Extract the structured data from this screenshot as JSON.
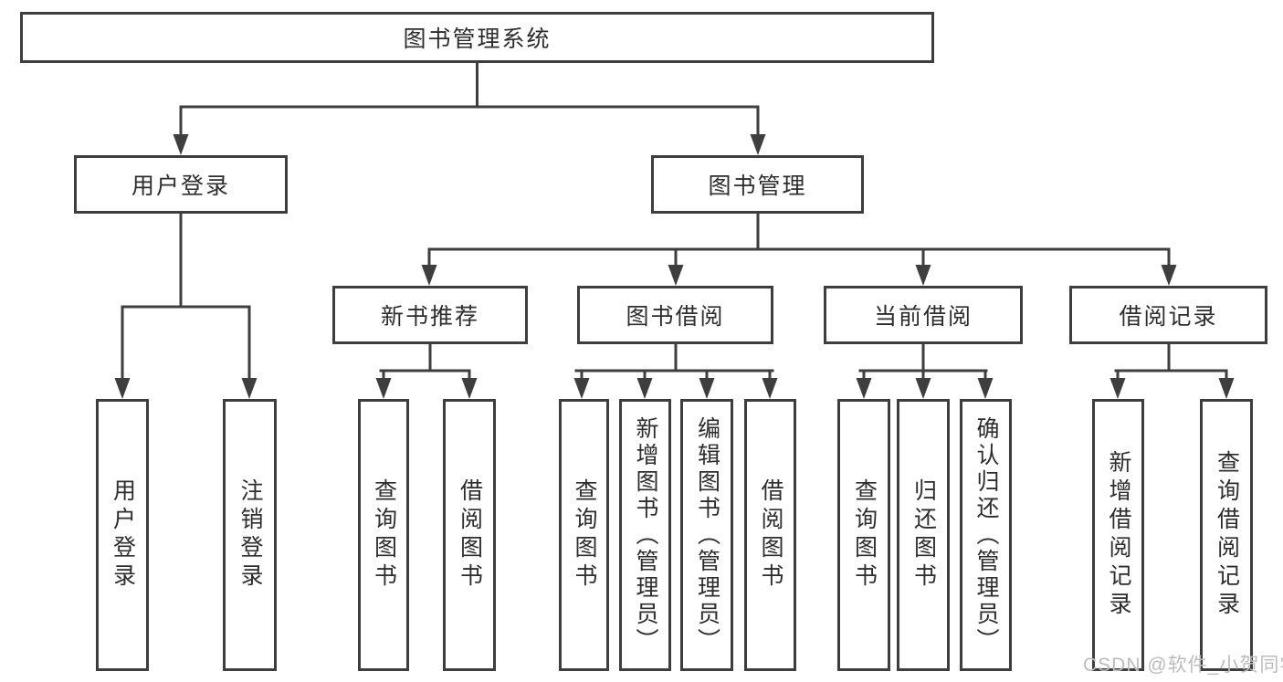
{
  "diagram": {
    "type": "tree",
    "root": "图书管理系统",
    "level2": [
      "用户登录",
      "图书管理"
    ],
    "level3": [
      "新书推荐",
      "图书借阅",
      "当前借阅",
      "借阅记录"
    ],
    "leaves": [
      "用户登录",
      "注销登录",
      "查询图书",
      "借阅图书",
      "查询图书",
      "新增图书（管理员）",
      "编辑图书（管理员）",
      "借阅图书",
      "查询图书",
      "归还图书",
      "确认归还（管理员）",
      "新增借阅记录",
      "查询借阅记录"
    ],
    "hierarchy": {
      "图书管理系统": [
        "用户登录",
        "图书管理"
      ],
      "用户登录": [
        "用户登录",
        "注销登录"
      ],
      "图书管理": [
        "新书推荐",
        "图书借阅",
        "当前借阅",
        "借阅记录"
      ],
      "新书推荐": [
        "查询图书",
        "借阅图书"
      ],
      "图书借阅": [
        "查询图书",
        "新增图书（管理员）",
        "编辑图书（管理员）",
        "借阅图书"
      ],
      "当前借阅": [
        "查询图书",
        "归还图书",
        "确认归还（管理员）"
      ],
      "借阅记录": [
        "新增借阅记录",
        "查询借阅记录"
      ]
    }
  },
  "watermark": "CSDN @软件_小贺同学",
  "colors": {
    "line": "#3e3e3e",
    "text": "#2d2d2d",
    "watermark": "#bcbcbc",
    "background": "#ffffff"
  }
}
